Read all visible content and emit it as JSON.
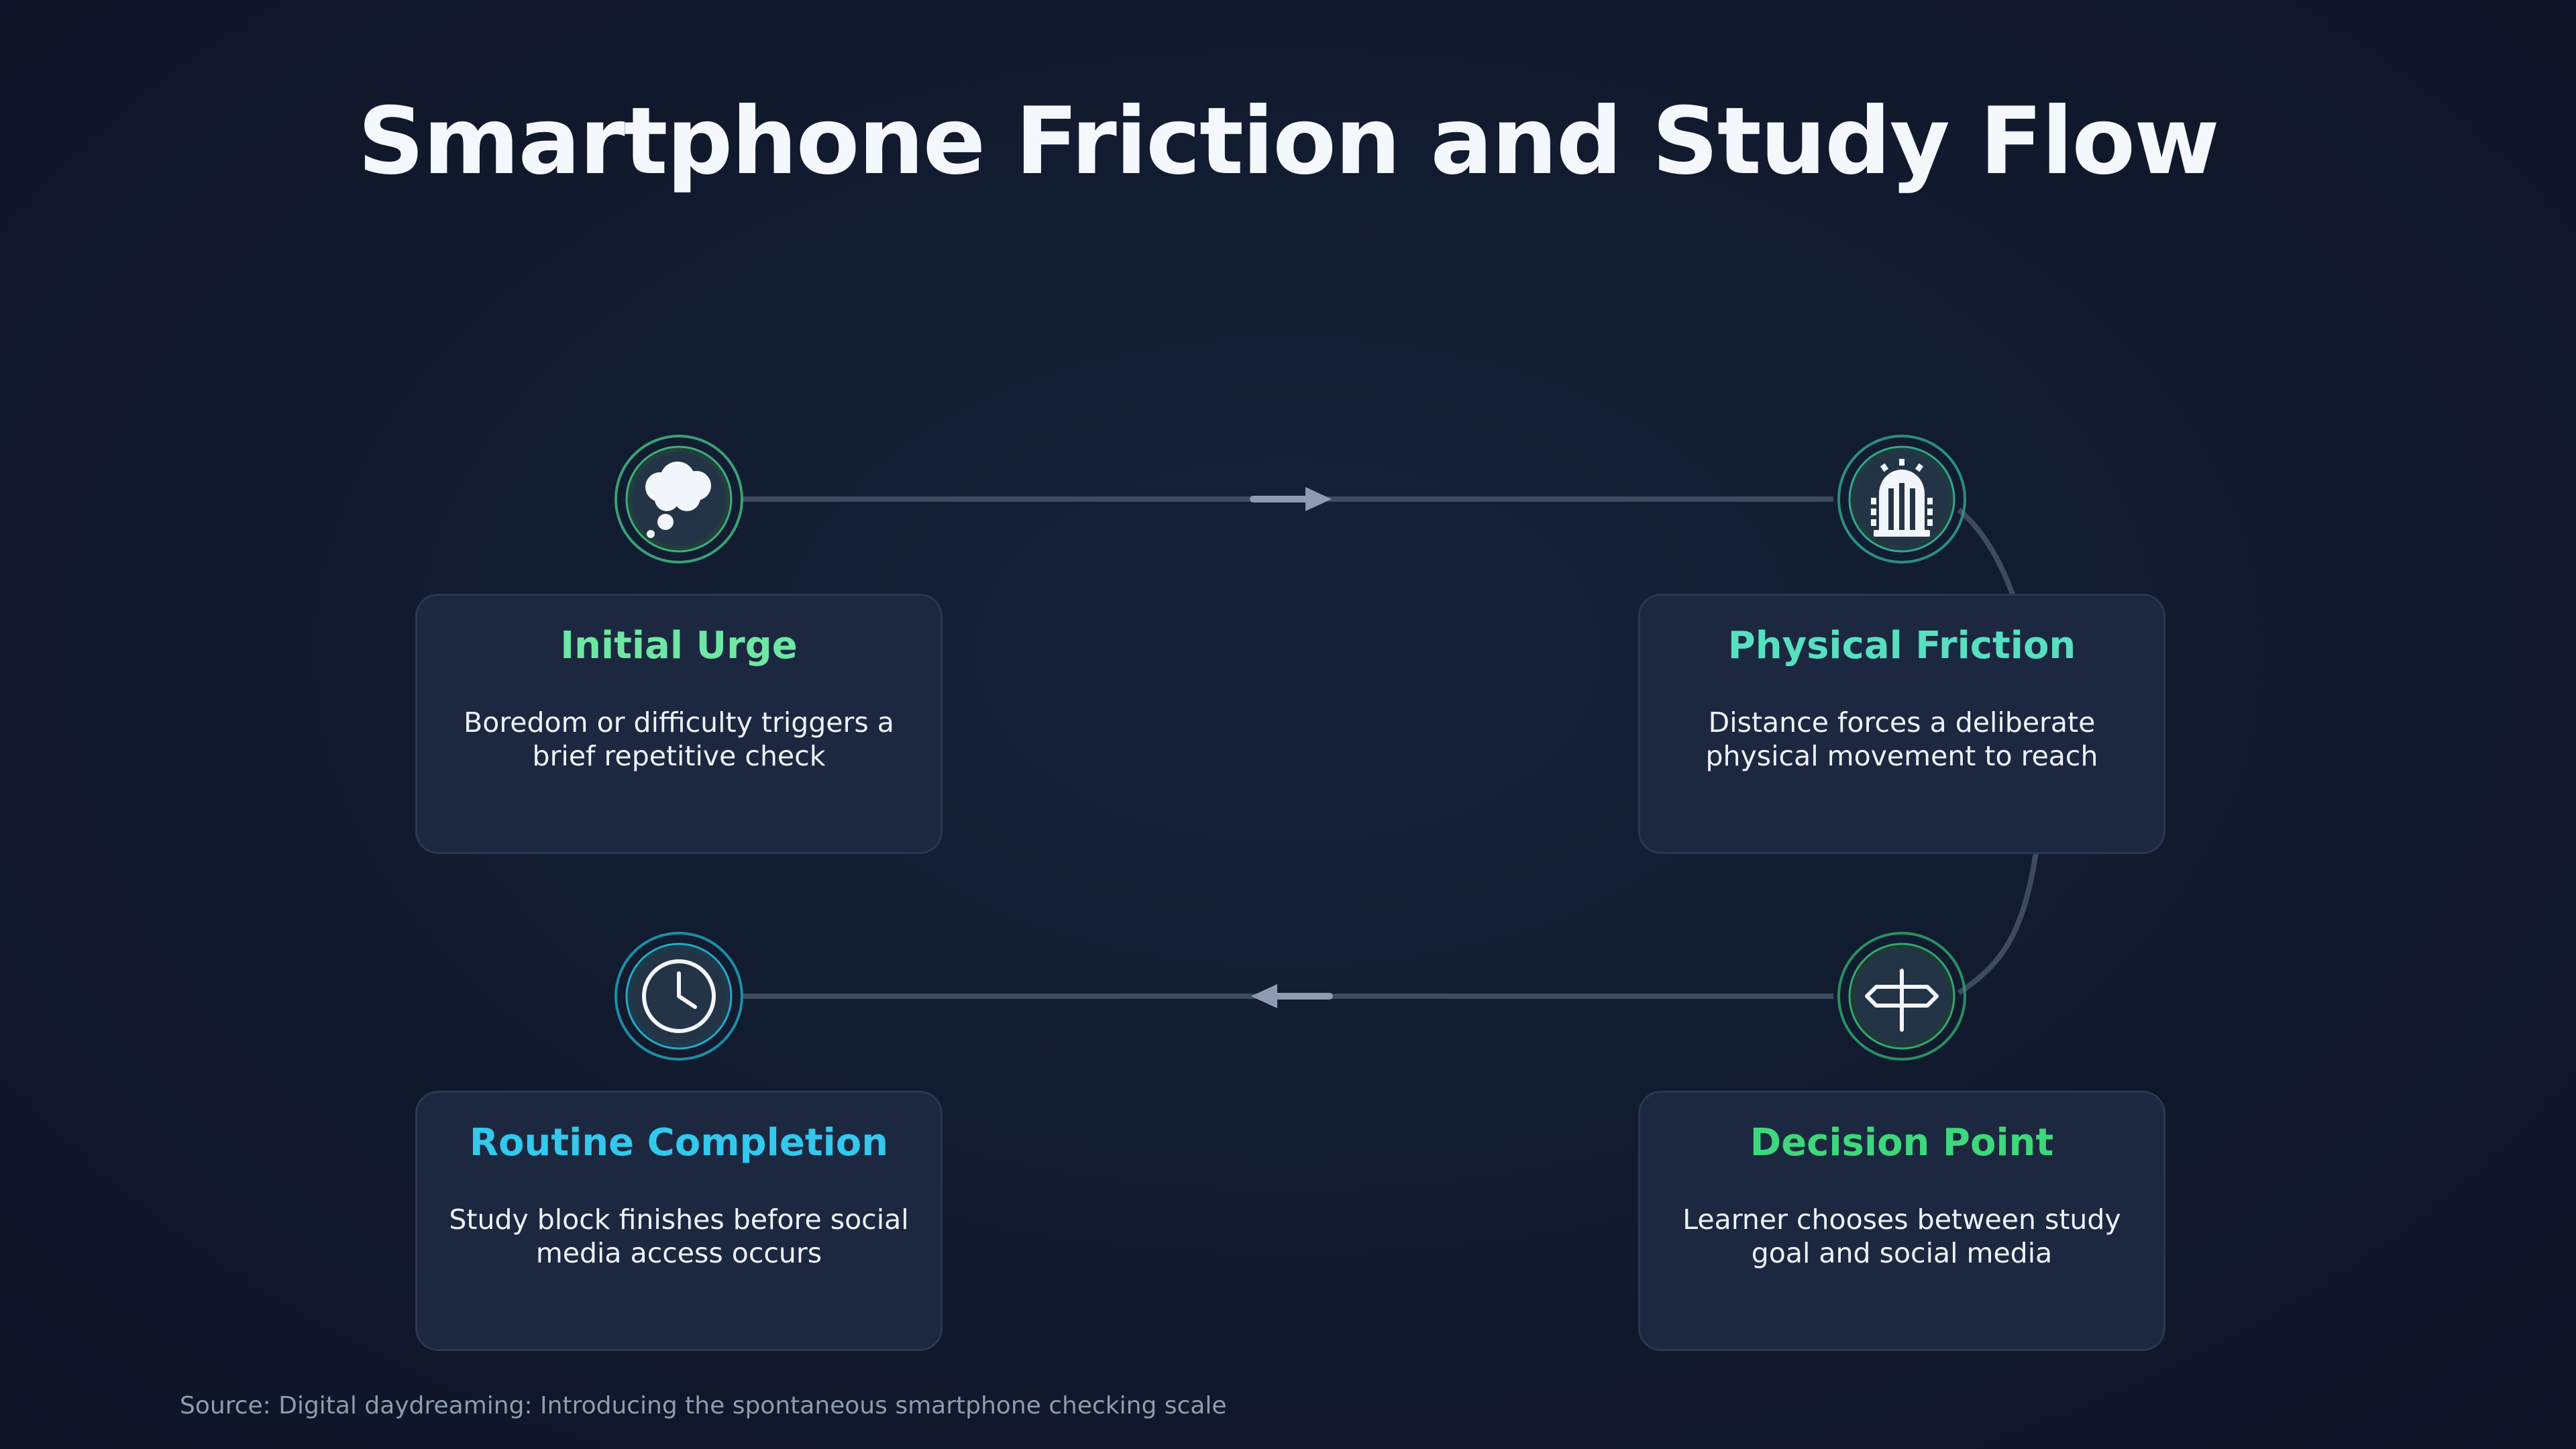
{
  "title": "Smartphone Friction and Study Flow",
  "colors": {
    "background": "#111a2d",
    "card_bg": "#1c2840",
    "connector": "#3e4a60",
    "arrow": "#8f9bb0",
    "green_ring": "#3fae7e",
    "teal_ring": "#22b3c7"
  },
  "steps": [
    {
      "title": "Initial Urge",
      "description": "Boredom or difficulty triggers a brief repetitive check",
      "icon": "thought-bubble-icon",
      "color": "#6ee7a4"
    },
    {
      "title": "Physical Friction",
      "description": "Distance forces a deliberate physical movement to reach",
      "icon": "doorway-arch-icon",
      "color": "#57e0c0"
    },
    {
      "title": "Decision Point",
      "description": "Learner chooses between study goal and social media",
      "icon": "signpost-icon",
      "color": "#3fd77c"
    },
    {
      "title": "Routine Completion",
      "description": "Study block finishes before social media access occurs",
      "icon": "clock-icon",
      "color": "#33c8ec"
    }
  ],
  "source": "Source: Digital daydreaming: Introducing the spontaneous smartphone checking scale"
}
